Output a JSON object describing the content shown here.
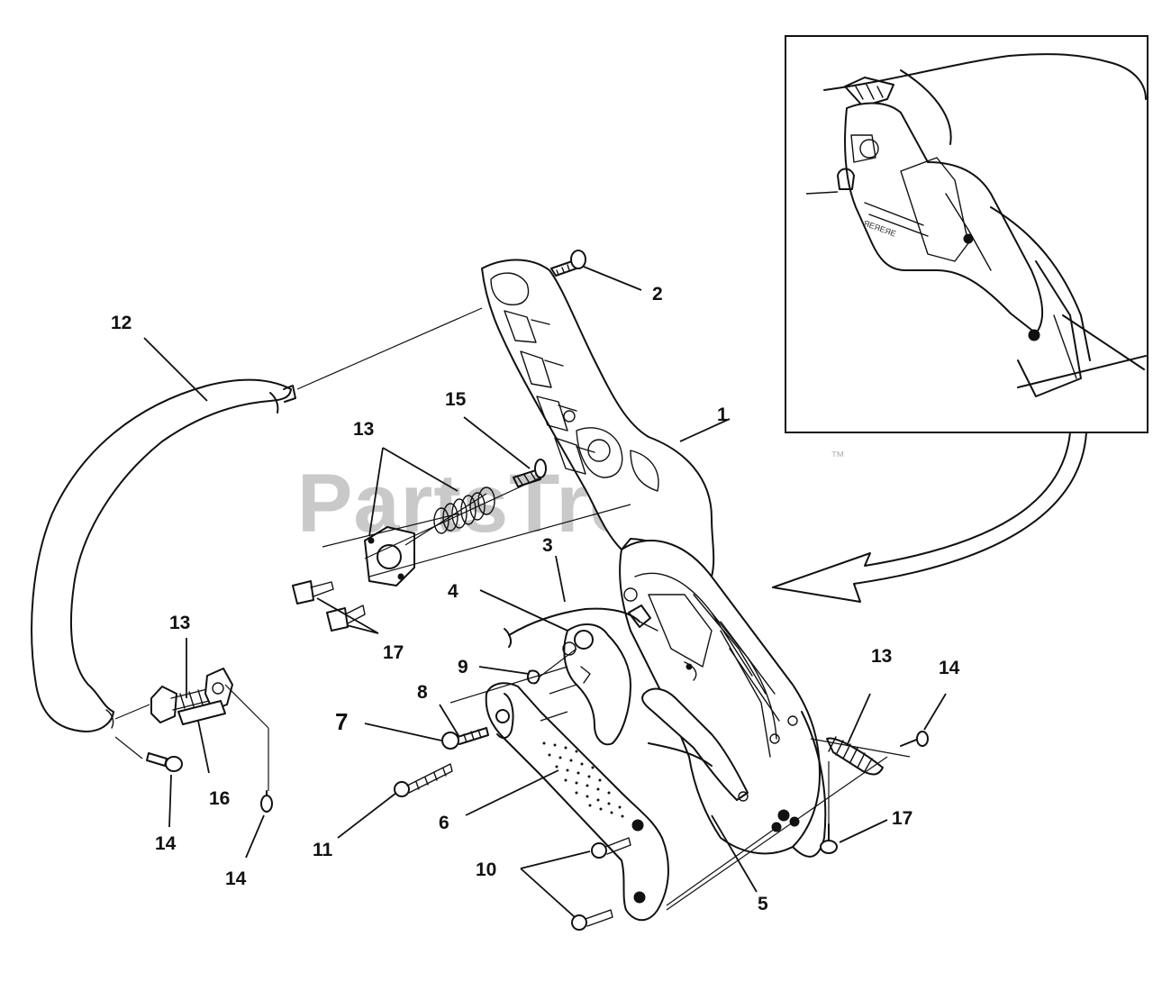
{
  "watermark": {
    "text": "PartsTree",
    "trademark": "™"
  },
  "callouts": [
    {
      "id": "c1",
      "text": "1",
      "name": "callout-1-handle-housing"
    },
    {
      "id": "c2",
      "text": "2",
      "name": "callout-2-screw"
    },
    {
      "id": "c3",
      "text": "3",
      "name": "callout-3-throttle-rod"
    },
    {
      "id": "c4",
      "text": "4",
      "name": "callout-4-spring"
    },
    {
      "id": "c5",
      "text": "5",
      "name": "callout-5-lockout-lever"
    },
    {
      "id": "c6",
      "text": "6",
      "name": "callout-6-handle-cover"
    },
    {
      "id": "c7",
      "text": "7",
      "name": "callout-7-screw"
    },
    {
      "id": "c8",
      "text": "8",
      "name": "callout-8-pin"
    },
    {
      "id": "c9",
      "text": "9",
      "name": "callout-9-clip"
    },
    {
      "id": "c10",
      "text": "10",
      "name": "callout-10-screws"
    },
    {
      "id": "c11",
      "text": "11",
      "name": "callout-11-screw"
    },
    {
      "id": "c12",
      "text": "12",
      "name": "callout-12-front-handle"
    },
    {
      "id": "c13a",
      "text": "13",
      "name": "callout-13-isolator-top"
    },
    {
      "id": "c13b",
      "text": "13",
      "name": "callout-13-isolator-left"
    },
    {
      "id": "c13c",
      "text": "13",
      "name": "callout-13-isolator-right"
    },
    {
      "id": "c14a",
      "text": "14",
      "name": "callout-14-screw-left"
    },
    {
      "id": "c14b",
      "text": "14",
      "name": "callout-14-screw-bottom"
    },
    {
      "id": "c14c",
      "text": "14",
      "name": "callout-14-screw-right"
    },
    {
      "id": "c15",
      "text": "15",
      "name": "callout-15-screw"
    },
    {
      "id": "c16",
      "text": "16",
      "name": "callout-16-plate"
    },
    {
      "id": "c17a",
      "text": "17",
      "name": "callout-17-screws-center"
    },
    {
      "id": "c17b",
      "text": "17",
      "name": "callout-17-screw-right"
    }
  ]
}
